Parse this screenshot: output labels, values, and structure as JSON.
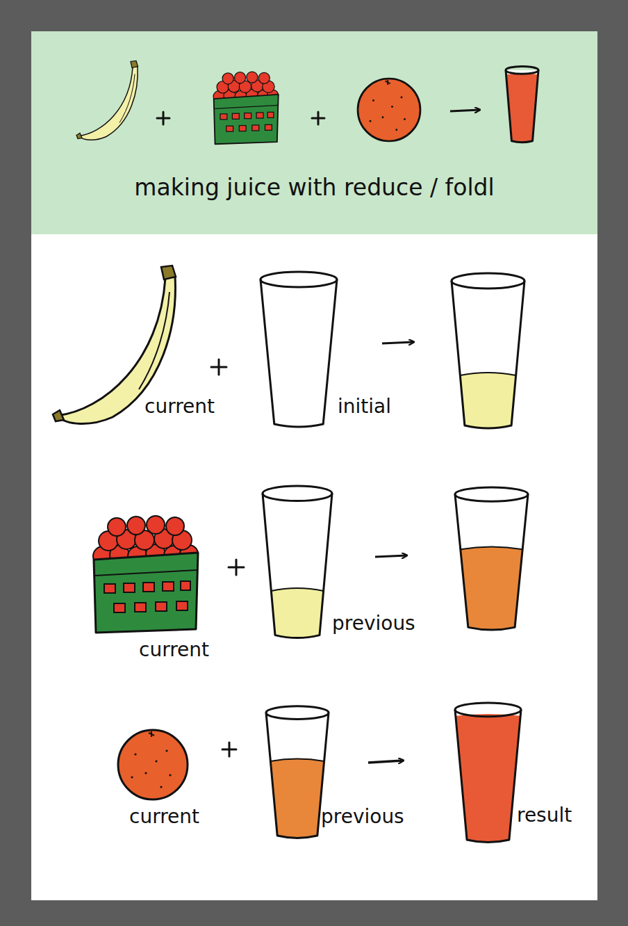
{
  "diagram": {
    "title": "making juice with reduce / foldl",
    "labels": [
      "current",
      "initial",
      "current",
      "previous",
      "current",
      "previous",
      "result"
    ]
  }
}
